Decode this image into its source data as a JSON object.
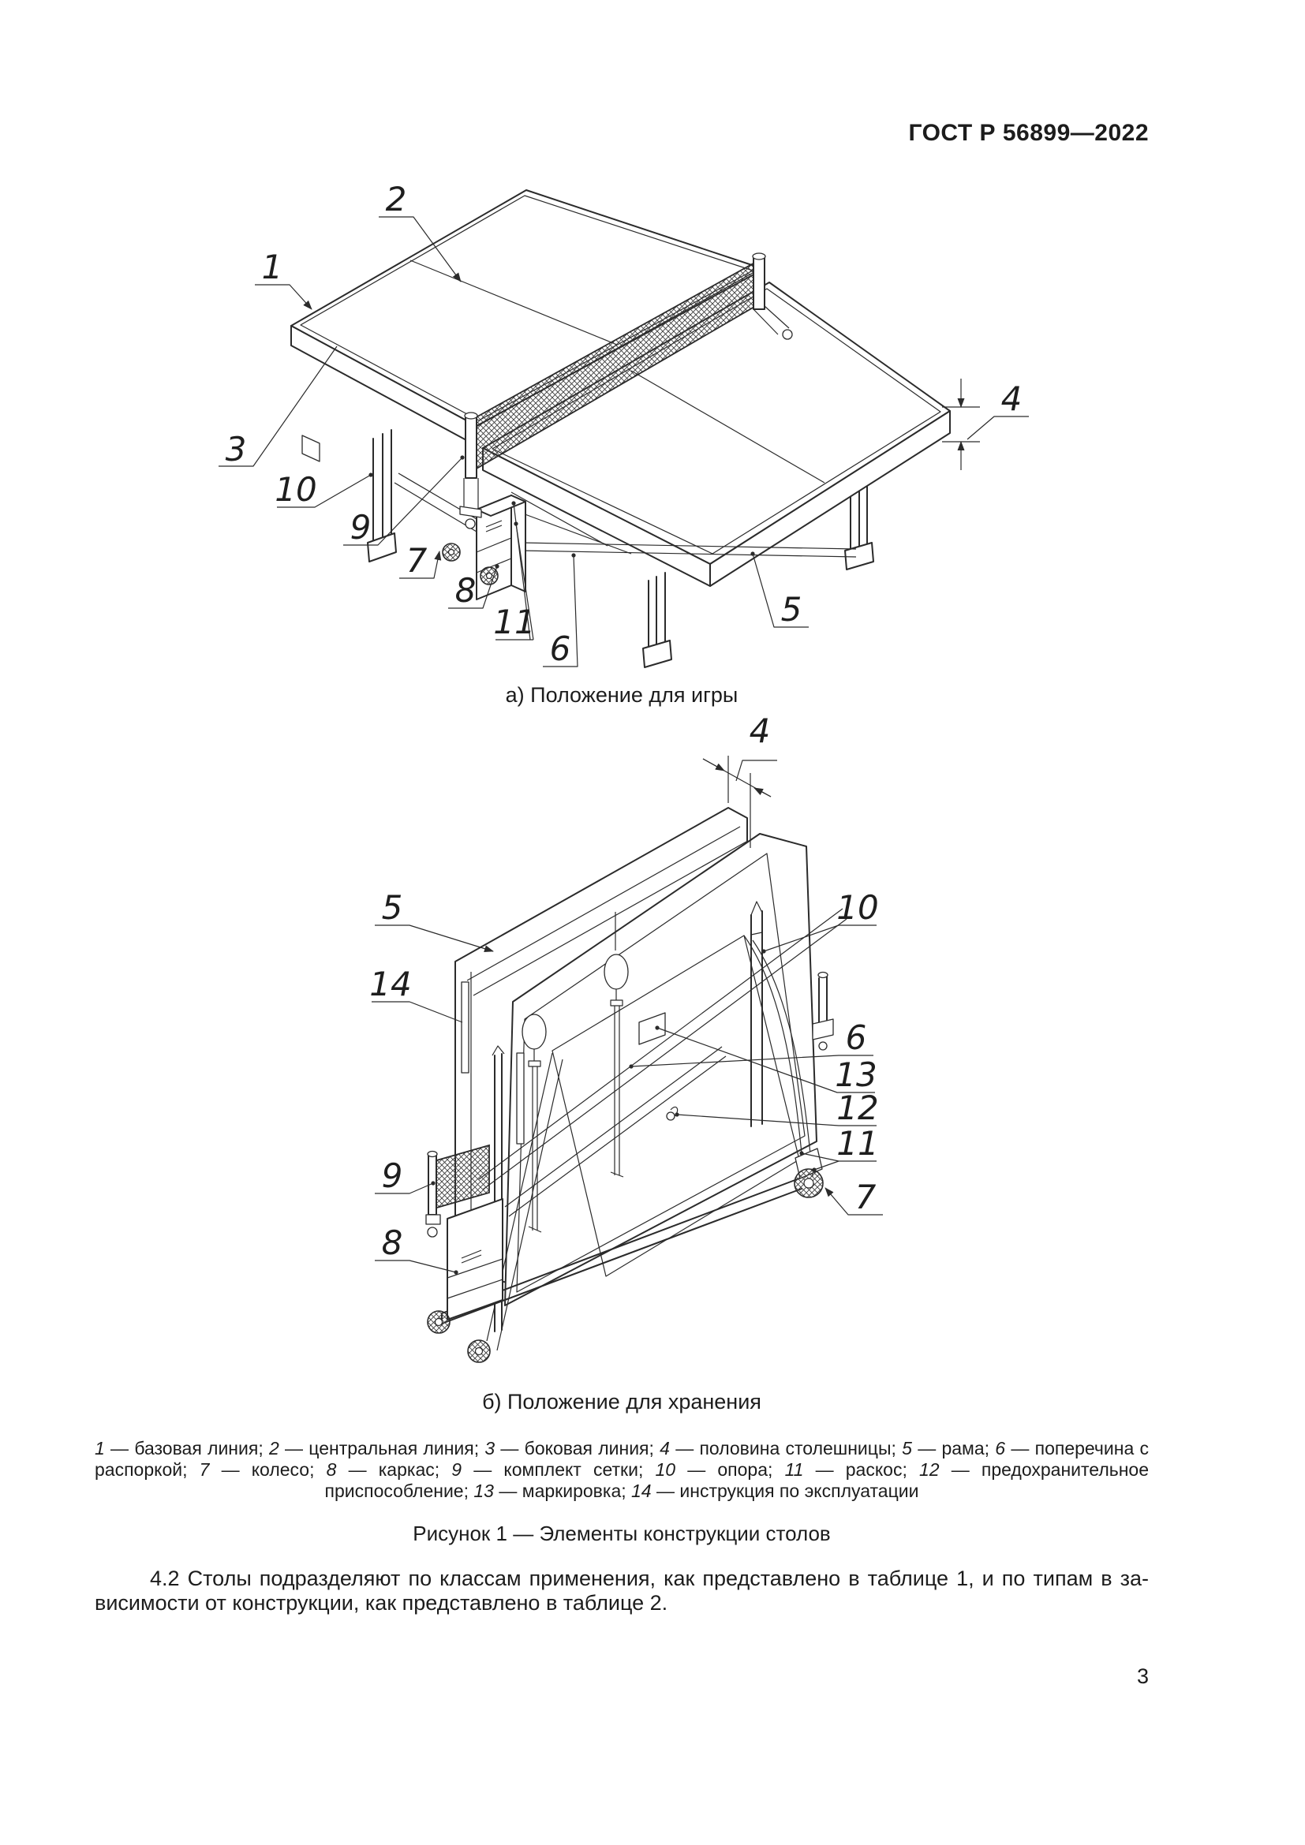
{
  "header": {
    "standard_code": "ГОСТ Р 56899—2022"
  },
  "figure": {
    "caption": "Рисунок 1 — Элементы конструкции столов",
    "view_a_caption": "а) Положение для игры",
    "view_b_caption": "б) Положение для хранения",
    "callouts": {
      "n1": "1",
      "n2": "2",
      "n3": "3",
      "n4": "4",
      "n5": "5",
      "n6": "6",
      "n7": "7",
      "n8": "8",
      "n9": "9",
      "n10": "10",
      "n11": "11",
      "n12": "12",
      "n13": "13",
      "n14": "14"
    }
  },
  "legend": {
    "items": [
      {
        "n": "1",
        "t": "базовая линия"
      },
      {
        "n": "2",
        "t": "центральная линия"
      },
      {
        "n": "3",
        "t": "боковая линия"
      },
      {
        "n": "4",
        "t": "половина столешницы"
      },
      {
        "n": "5",
        "t": "рама"
      },
      {
        "n": "6",
        "t": "поперечина с распоркой"
      },
      {
        "n": "7",
        "t": "колесо"
      },
      {
        "n": "8",
        "t": "каркас"
      },
      {
        "n": "9",
        "t": "комплект сетки"
      },
      {
        "n": "10",
        "t": "опора"
      },
      {
        "n": "11",
        "t": "раскос"
      },
      {
        "n": "12",
        "t": "предохранительное приспособление"
      },
      {
        "n": "13",
        "t": "маркировка"
      },
      {
        "n": "14",
        "t": "инструкция по эксплуатации"
      }
    ]
  },
  "paragraph": {
    "line1": "4.2 Столы подразделяют по классам применения, как представлено в таблице 1, и по типам в за-",
    "line2": "висимости от конструкции, как представлено в таблице 2."
  },
  "page": {
    "number": "3"
  },
  "colors": {
    "ink": "#1c1c1c",
    "line": "#2b2b2b",
    "background": "#ffffff"
  }
}
